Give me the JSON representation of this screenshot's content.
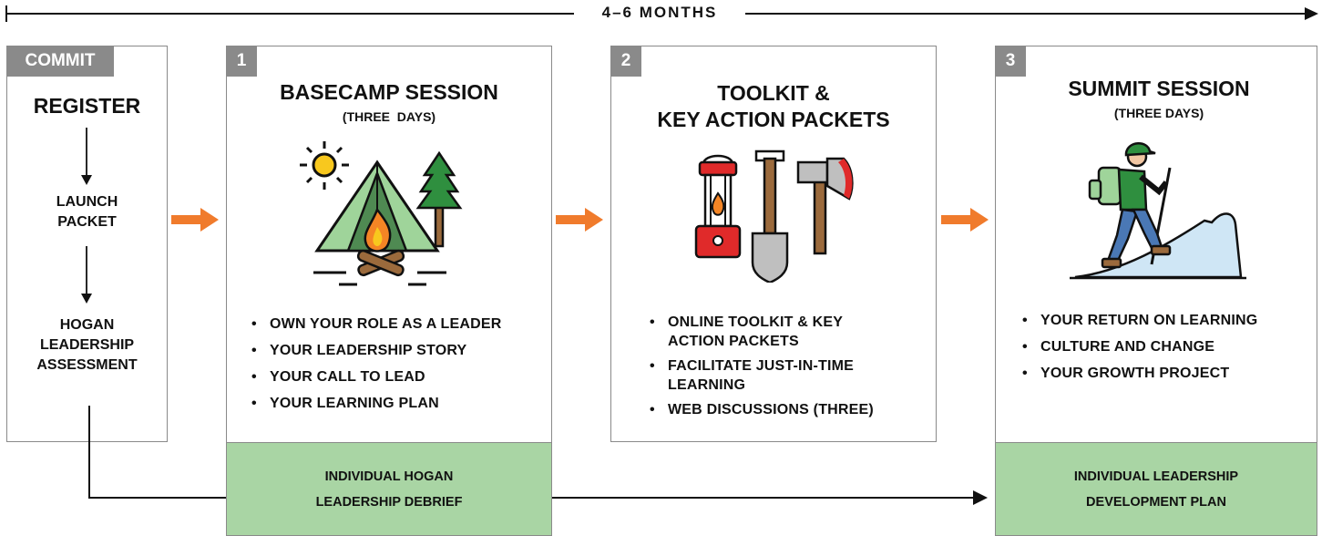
{
  "timeline": {
    "label": "4–6 MONTHS"
  },
  "commit": {
    "tag": "COMMIT",
    "steps": [
      "REGISTER",
      "LAUNCH\nPACKET",
      "HOGAN\nLEADERSHIP\nASSESSMENT"
    ]
  },
  "stages": [
    {
      "number": "1",
      "title": "BASECAMP SESSION",
      "subtitle": "(THREE  DAYS)",
      "icon": "camp-tent-icon",
      "bullets": [
        "OWN YOUR ROLE AS A LEADER",
        "YOUR LEADERSHIP STORY",
        "YOUR CALL TO LEAD",
        "YOUR LEARNING PLAN"
      ],
      "footer": "INDIVIDUAL HOGAN\nLEADERSHIP DEBRIEF"
    },
    {
      "number": "2",
      "title": "TOOLKIT &\nKEY ACTION PACKETS",
      "icon": "lantern-shovel-axe-icon",
      "bullets": [
        "ONLINE TOOLKIT & KEY\nACTION PACKETS",
        "FACILITATE JUST-IN-TIME\nLEARNING",
        "WEB DISCUSSIONS (THREE)"
      ]
    },
    {
      "number": "3",
      "title": "SUMMIT SESSION",
      "subtitle": "(THREE DAYS)",
      "icon": "hiker-mountain-icon",
      "bullets": [
        "YOUR RETURN ON LEARNING",
        "CULTURE AND CHANGE",
        "YOUR GROWTH PROJECT"
      ],
      "footer": "INDIVIDUAL LEADERSHIP\nDEVELOPMENT PLAN"
    }
  ],
  "colors": {
    "accent_orange": "#f07b2c",
    "footer_green": "#a9d5a4",
    "tag_gray": "#8a8a8a"
  }
}
